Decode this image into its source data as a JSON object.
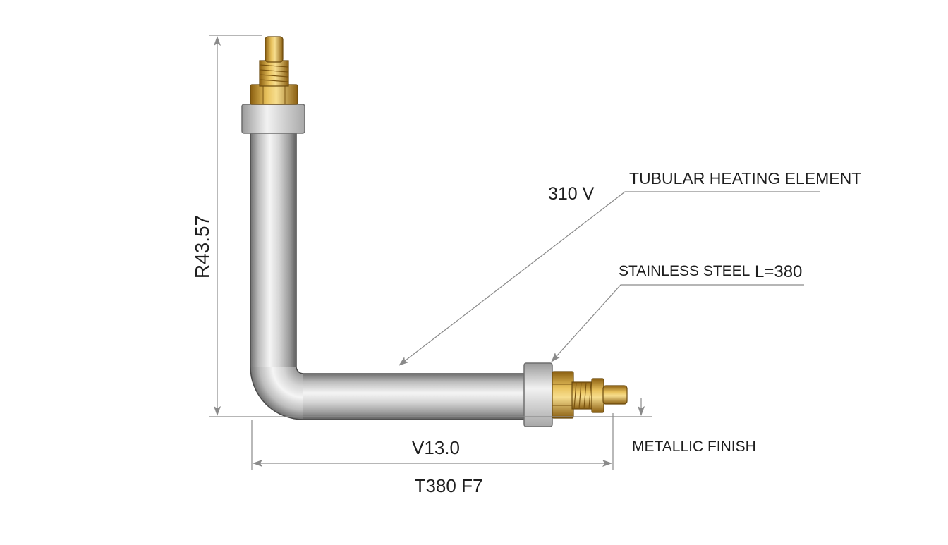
{
  "labels": {
    "voltage": "310 V",
    "element_title": "TUBULAR HEATING ELEMENT",
    "material": "STAINLESS STEEL",
    "length_spec": "L=380",
    "finish": "METALLIC FINISH",
    "vertical_dim": "R43.57",
    "horizontal_dim": "V13.0",
    "part_code": "T380 F7"
  },
  "colors": {
    "background": "#ffffff",
    "dimension_line": "#8a8a8a",
    "text": "#1e1e1e",
    "tube_highlight": "#f4f4f4",
    "tube_mid": "#bdbdbd",
    "tube_dark": "#6a6a6a",
    "brass_light": "#f2d27a",
    "brass_dark": "#9a6a12"
  },
  "icons": [
    "brass-terminal-top",
    "brass-terminal-right",
    "ceramic-collar"
  ]
}
